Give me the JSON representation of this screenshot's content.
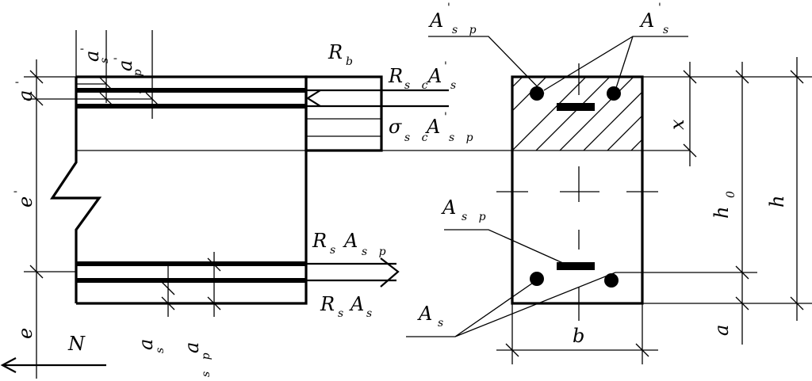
{
  "labels": {
    "R": "R",
    "R_b_sub": "b",
    "Rsc": "R",
    "Rsc_sub": "s c",
    "Rsc_A": "A",
    "Rsc_A_sup": "'",
    "Rsc_A_sub": "s",
    "sigma": "σ",
    "sigma_sub": "s c",
    "sigma_A": "A",
    "sigma_A_sup": "'",
    "sigma_A_sub": "s p",
    "Rs1": "R",
    "Rs1_sub": "s",
    "Rs1_A": "A",
    "Rs1_A_sub": "s p",
    "Rs2": "R",
    "Rs2_sub": "s",
    "Rs2_A": "A",
    "Rs2_A_sub": "s",
    "N": "N",
    "e": "e",
    "e_prime": "e",
    "e_prime_sup": "'",
    "a_prime": "a",
    "a_prime_sup": "'",
    "as_prime": "a",
    "as_prime_sub": "s",
    "as_prime_sup": "'",
    "asp_prime": "a",
    "asp_prime_sub": "s p",
    "asp_prime_sup": "'",
    "as": "a",
    "as_sub": "s",
    "asp": "a",
    "asp_sub": "s p",
    "Asp_top": "A",
    "Asp_top_sub": "s p",
    "Asp_top_sup": "'",
    "As_top": "A",
    "As_top_sub": "s",
    "As_top_sup": "'",
    "Asp_bot": "A",
    "Asp_bot_sub": "s p",
    "As_bot": "A",
    "As_bot_sub": "s",
    "x": "x",
    "h0": "h",
    "h0_sub": "0",
    "h": "h",
    "a": "a",
    "b": "b"
  }
}
